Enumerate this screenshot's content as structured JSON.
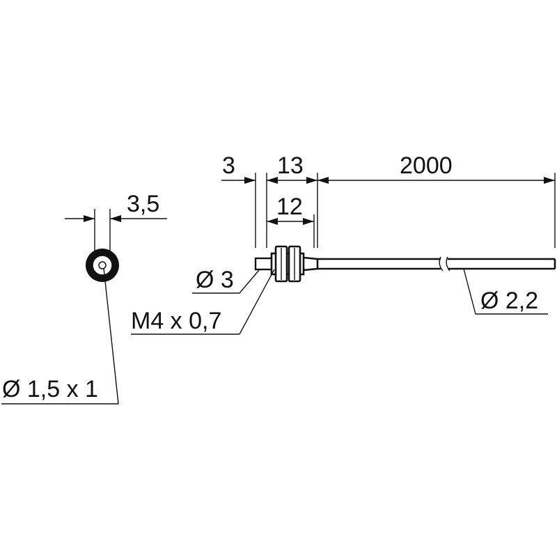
{
  "dimensions": {
    "tip_length": "3",
    "nut_length": "13",
    "thread_length": "12",
    "cable_length": "2000",
    "tip_outer": "3,5"
  },
  "callouts": {
    "tip_diameter": "Ø 3",
    "thread": "M4 x 0,7",
    "cable_diameter": "Ø 2,2",
    "fiber_core": "Ø 1,5 x 1"
  }
}
